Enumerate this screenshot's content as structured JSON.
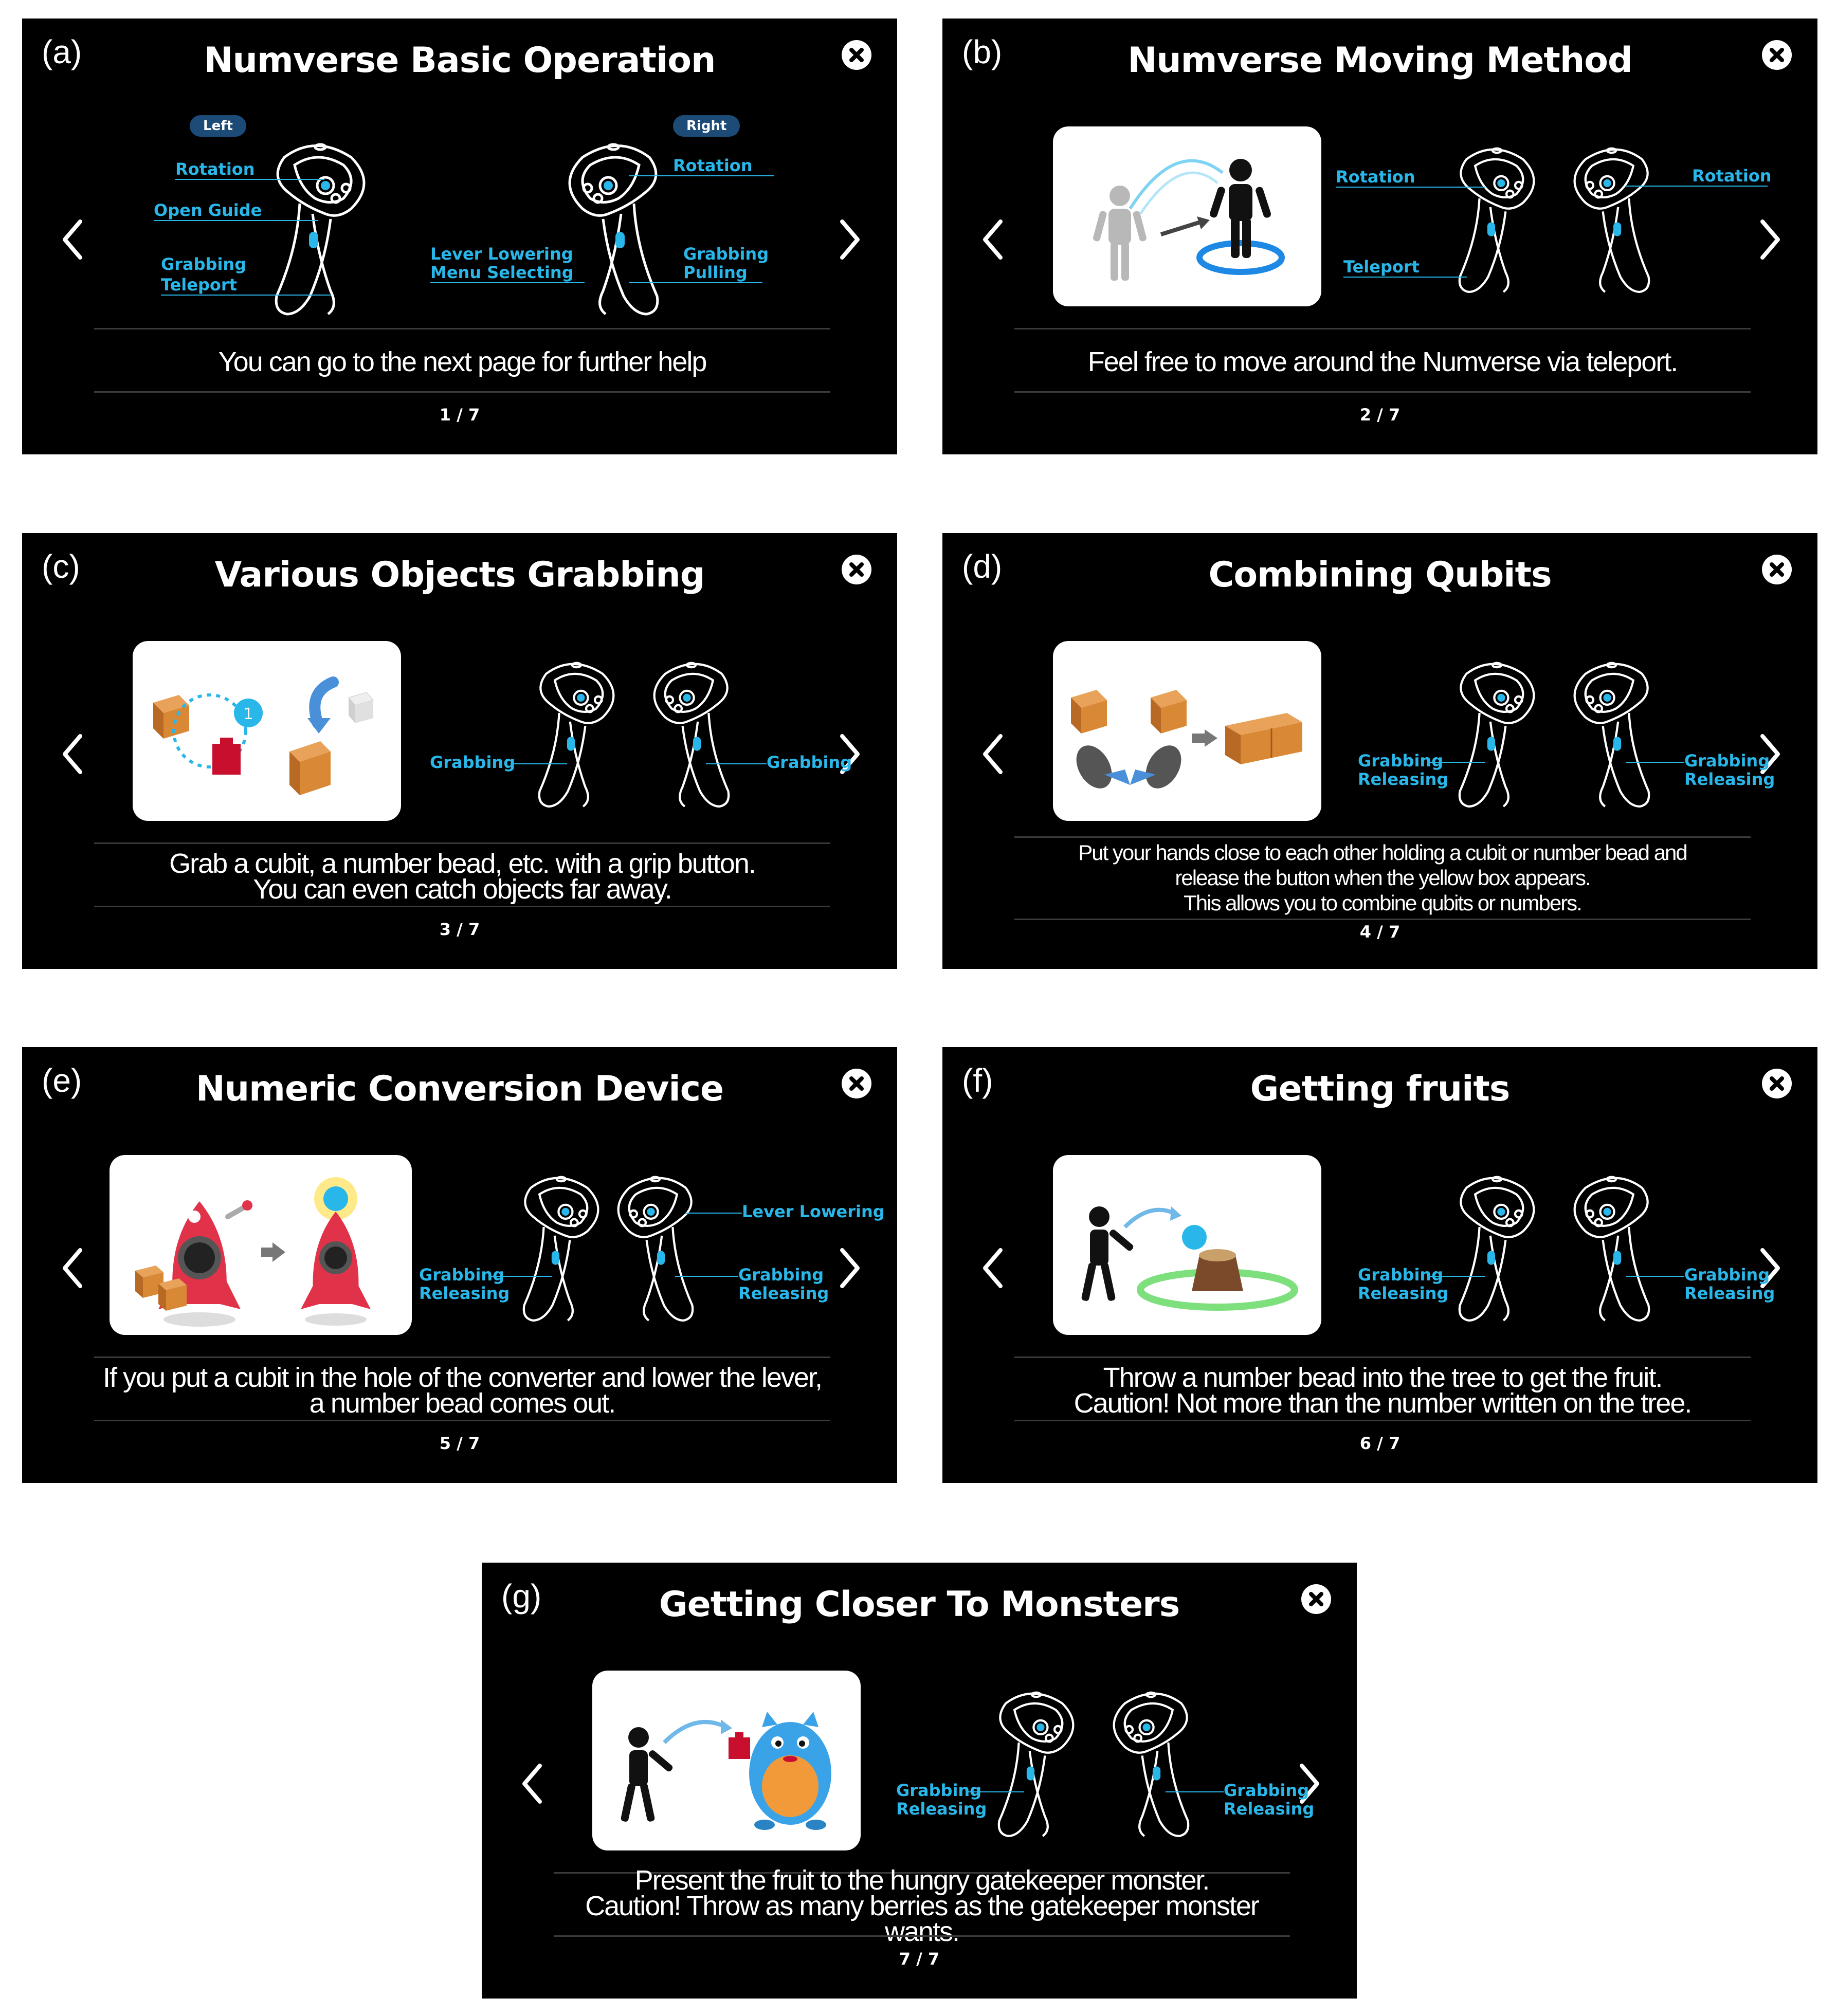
{
  "panels": {
    "a": {
      "label": "(a)",
      "title": "Numverse Basic Operation",
      "pill_left": "Left",
      "pill_right": "Right",
      "l1": "Rotation",
      "l2": "Open Guide",
      "l3a": "Grabbing",
      "l3b": "Teleport",
      "r1": "Rotation",
      "r2a": "Lever Lowering",
      "r2b": "Menu Selecting",
      "r3a": "Grabbing",
      "r3b": "Pulling",
      "desc1": "You can go to the next page for further help",
      "page": "1 / 7"
    },
    "b": {
      "label": "(b)",
      "title": "Numverse Moving Method",
      "l1": "Rotation",
      "l2": "Teleport",
      "r1": "Rotation",
      "desc1": "Feel free to move around the Numverse via teleport.",
      "page": "2 / 7"
    },
    "c": {
      "label": "(c)",
      "title": "Various Objects Grabbing",
      "l1": "Grabbing",
      "r1": "Grabbing",
      "desc1": "Grab a cubit, a number bead, etc. with a grip button.",
      "desc2": "You can even catch objects far away.",
      "page": "3 / 7"
    },
    "d": {
      "label": "(d)",
      "title": "Combining Qubits",
      "l1a": "Grabbing",
      "l1b": "Releasing",
      "r1a": "Grabbing",
      "r1b": "Releasing",
      "desc1": "Put your hands close to each other holding a cubit or number bead and",
      "desc2": "release the button when the yellow box appears.",
      "desc3": "This allows you to combine qubits or numbers.",
      "page": "4 / 7"
    },
    "e": {
      "label": "(e)",
      "title": "Numeric Conversion Device",
      "l1a": "Grabbing",
      "l1b": "Releasing",
      "r0": "Lever Lowering",
      "r1a": "Grabbing",
      "r1b": "Releasing",
      "desc1": "If you put a cubit in the hole of the converter and lower the lever,",
      "desc2": "a number bead comes out.",
      "page": "5 / 7"
    },
    "f": {
      "label": "(f)",
      "title": "Getting fruits",
      "l1a": "Grabbing",
      "l1b": "Releasing",
      "r1a": "Grabbing",
      "r1b": "Releasing",
      "desc1": "Throw a number bead into the tree to get the fruit.",
      "desc2": "Caution! Not more than the number written on the tree.",
      "page": "6 / 7"
    },
    "g": {
      "label": "(g)",
      "title": "Getting Closer To Monsters",
      "l1a": "Grabbing",
      "l1b": "Releasing",
      "r1a": "Grabbing",
      "r1b": "Releasing",
      "desc1": "Present the fruit to the hungry gatekeeper monster.",
      "desc2": "Caution! Throw as many berries as the gatekeeper monster wants.",
      "page": "7 / 7"
    }
  },
  "icons": {
    "close": "close-icon",
    "prev": "chevron-left-icon",
    "next": "chevron-right-icon",
    "controller": "vr-controller-icon"
  },
  "colors": {
    "panel_bg": "#000000",
    "accent": "#29b6e8",
    "pill": "#1c4b78",
    "divider": "#3b3b3b"
  },
  "illus_text": {
    "bead_number": "1"
  }
}
